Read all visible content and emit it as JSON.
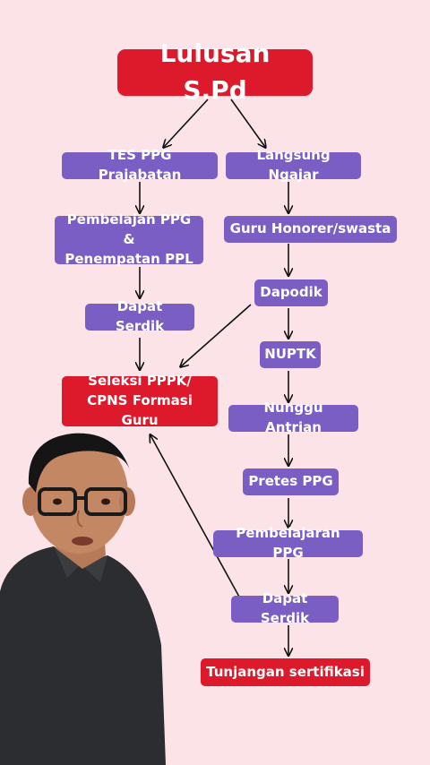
{
  "title": "Lulusan S.Pd",
  "left": {
    "tes_ppg": "TES PPG Prajabatan",
    "pembelajaran_line1": "Pembelajan PPG &",
    "pembelajaran_line2": "Penempatan PPL",
    "dapat_serdik": "Dapat Serdik"
  },
  "seleksi": {
    "line1": "Seleksi PPPK/",
    "line2": "CPNS Formasi Guru"
  },
  "right": {
    "langsung_ngajar": "Langsung Ngajar",
    "guru_honorer": "Guru Honorer/swasta",
    "dapodik": "Dapodik",
    "nuptk": "NUPTK",
    "nunggu_antrian": "Nunggu Antrian",
    "pretes_ppg": "Pretes PPG",
    "pembelajaran_ppg": "Pembelajaran PPG",
    "dapat_serdik": "Dapat Serdik",
    "tunjangan": "Tunjangan sertifikasi"
  },
  "colors": {
    "background": "#fbe3e8",
    "node_purple": "#7b5ec4",
    "node_red": "#dc1a2b",
    "arrow": "#111111"
  }
}
